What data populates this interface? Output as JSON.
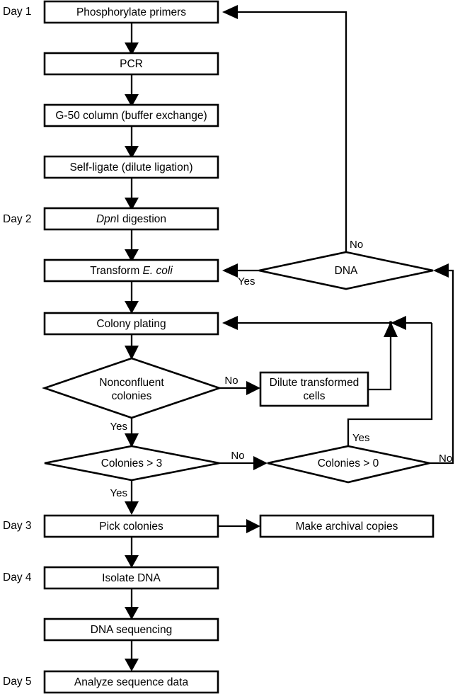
{
  "diagram": {
    "title": "Site-directed mutagenesis cloning workflow flowchart",
    "background_color": "#ffffff",
    "line_color": "#000000",
    "text_color": "#000000"
  },
  "day_labels": [
    {
      "id": "day-1",
      "text": "Day 1"
    },
    {
      "id": "day-2",
      "text": "Day 2"
    },
    {
      "id": "day-3",
      "text": "Day 3"
    },
    {
      "id": "day-4",
      "text": "Day 4"
    },
    {
      "id": "day-5",
      "text": "Day 5"
    }
  ],
  "process_nodes": [
    {
      "id": "phosphorylate-primers",
      "text": "Phosphorylate primers"
    },
    {
      "id": "pcr",
      "text": "PCR"
    },
    {
      "id": "g50-column",
      "text": "G-50 column (buffer exchange)"
    },
    {
      "id": "self-ligate",
      "text": "Self-ligate (dilute ligation)"
    },
    {
      "id": "dpni-digestion",
      "text_italic": "Dpn",
      "text_rest": "I digestion"
    },
    {
      "id": "transform-ecoli",
      "text_plain": "Transform ",
      "text_italic": "E. coli"
    },
    {
      "id": "colony-plating",
      "text": "Colony plating"
    },
    {
      "id": "dilute-transformed-cells",
      "line1": "Dilute transformed",
      "line2": "cells"
    },
    {
      "id": "pick-colonies",
      "text": "Pick colonies"
    },
    {
      "id": "make-archival-copies",
      "text": "Make archival copies"
    },
    {
      "id": "isolate-dna",
      "text": "Isolate DNA"
    },
    {
      "id": "dna-sequencing",
      "text": "DNA sequencing"
    },
    {
      "id": "analyze-sequence-data",
      "text": "Analyze sequence data"
    }
  ],
  "decision_nodes": [
    {
      "id": "dna-decision",
      "text": "DNA"
    },
    {
      "id": "nonconfluent-colonies",
      "line1": "Nonconfluent",
      "line2": "colonies"
    },
    {
      "id": "colonies-gt-3",
      "text": "Colonies > 3"
    },
    {
      "id": "colonies-gt-0",
      "text": "Colonies > 0"
    }
  ],
  "edge_labels": [
    {
      "id": "dna-no",
      "text": "No"
    },
    {
      "id": "dna-yes",
      "text": "Yes"
    },
    {
      "id": "nonconfluent-no",
      "text": "No"
    },
    {
      "id": "nonconfluent-yes",
      "text": "Yes"
    },
    {
      "id": "colonies3-no",
      "text": "No"
    },
    {
      "id": "colonies3-yes",
      "text": "Yes"
    },
    {
      "id": "colonies0-yes",
      "text": "Yes"
    },
    {
      "id": "colonies0-no",
      "text": "No"
    }
  ]
}
